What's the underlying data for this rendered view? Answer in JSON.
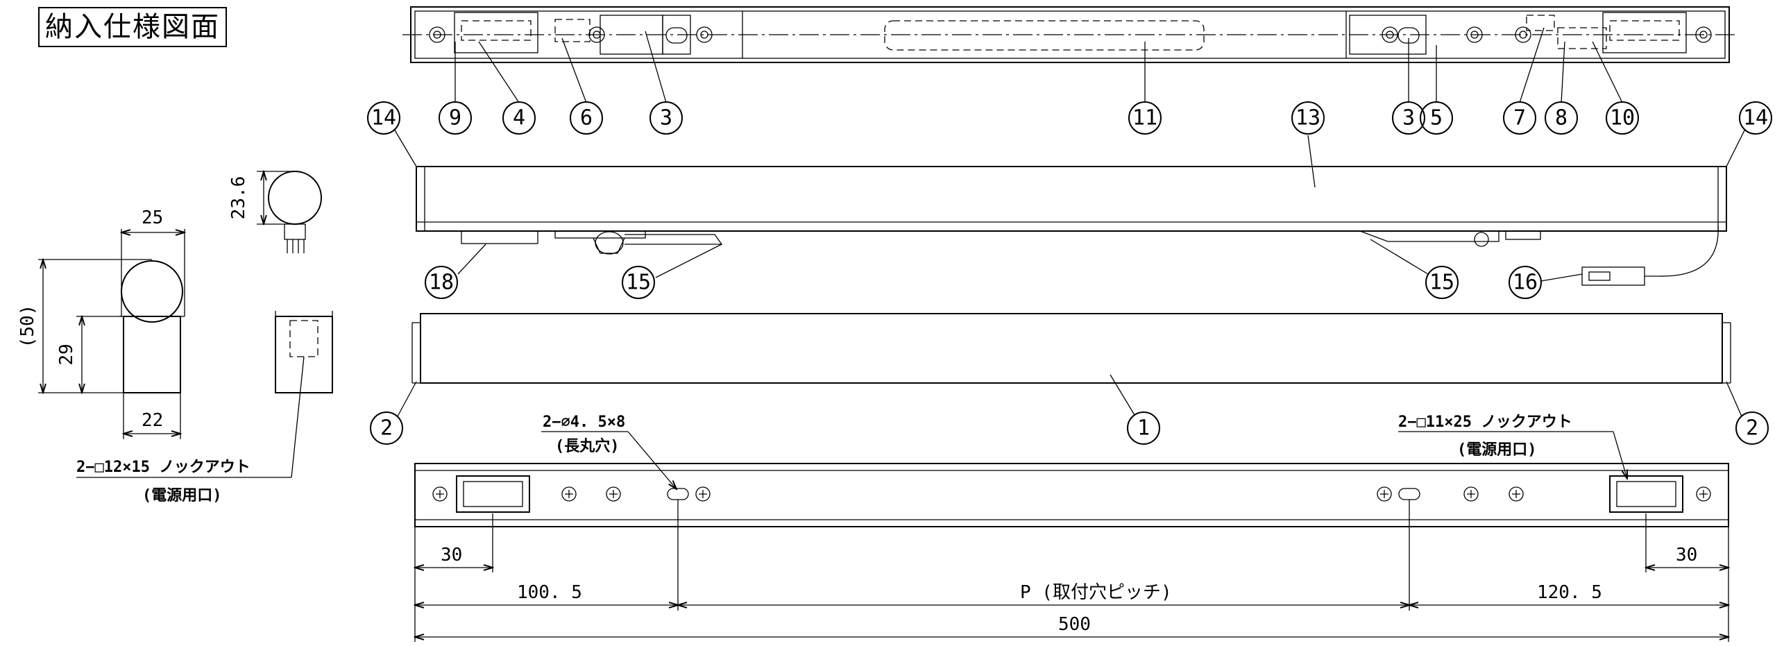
{
  "title": "納入仕様図面",
  "parts": {
    "top_view": [
      "9",
      "4",
      "6",
      "3",
      "11",
      "13",
      "3",
      "5",
      "7",
      "8",
      "10"
    ],
    "end_caps": "14",
    "lower_left": "18",
    "clips": "15",
    "connector": "16",
    "cover": "2",
    "body": "1"
  },
  "side_view": {
    "width": "25",
    "base_width": "22",
    "height_total": "(50)",
    "height_base": "29",
    "bulb_height": "23.6"
  },
  "notes": {
    "knockout_small": "2−□12×15 ノックアウト",
    "knockout_small_sub": "(電源用口)",
    "slot": "2−⌀4. 5×8",
    "slot_sub": "(長丸穴)",
    "knockout_large": "2−□11×25 ノックアウト",
    "knockout_large_sub": "(電源用口)"
  },
  "dimensions": {
    "left_offset": "30",
    "right_offset": "30",
    "left_pitch": "100. 5",
    "pitch_label": "P (取付穴ピッチ)",
    "right_pitch": "120. 5",
    "overall": "500"
  }
}
